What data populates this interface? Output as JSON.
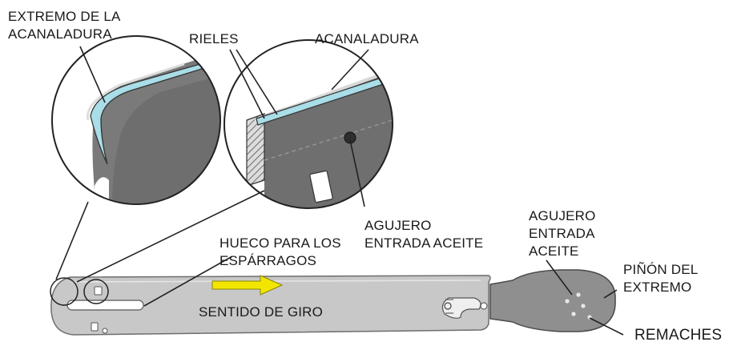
{
  "labels": {
    "groove_end_line1": "EXTREMO DE LA",
    "groove_end_line2": "ACANALADURA",
    "rails": "RIELES",
    "groove": "ACANALADURA",
    "oil_hole_mid_line1": "AGUJERO",
    "oil_hole_mid_line2": "ENTRADA ACEITE",
    "stud_slot_line1": "HUECO PARA LOS",
    "stud_slot_line2": "ESPÁRRAGOS",
    "oil_hole_right_line1": "AGUJERO",
    "oil_hole_right_line2": "ENTRADA",
    "oil_hole_right_line3": "ACEITE",
    "sprocket_line1": "PIÑÓN DEL",
    "sprocket_line2": "EXTREMO",
    "direction": "SENTIDO DE GIRO",
    "rivets": "REMACHES"
  },
  "colors": {
    "bar": "#c8c8c8",
    "bar_dark": "#8f8f8f",
    "groove_blue": "#a9dde8",
    "arrow": "#f2e600",
    "line": "#222222"
  },
  "icons": {
    "direction_arrow": "arrow-right-icon"
  }
}
